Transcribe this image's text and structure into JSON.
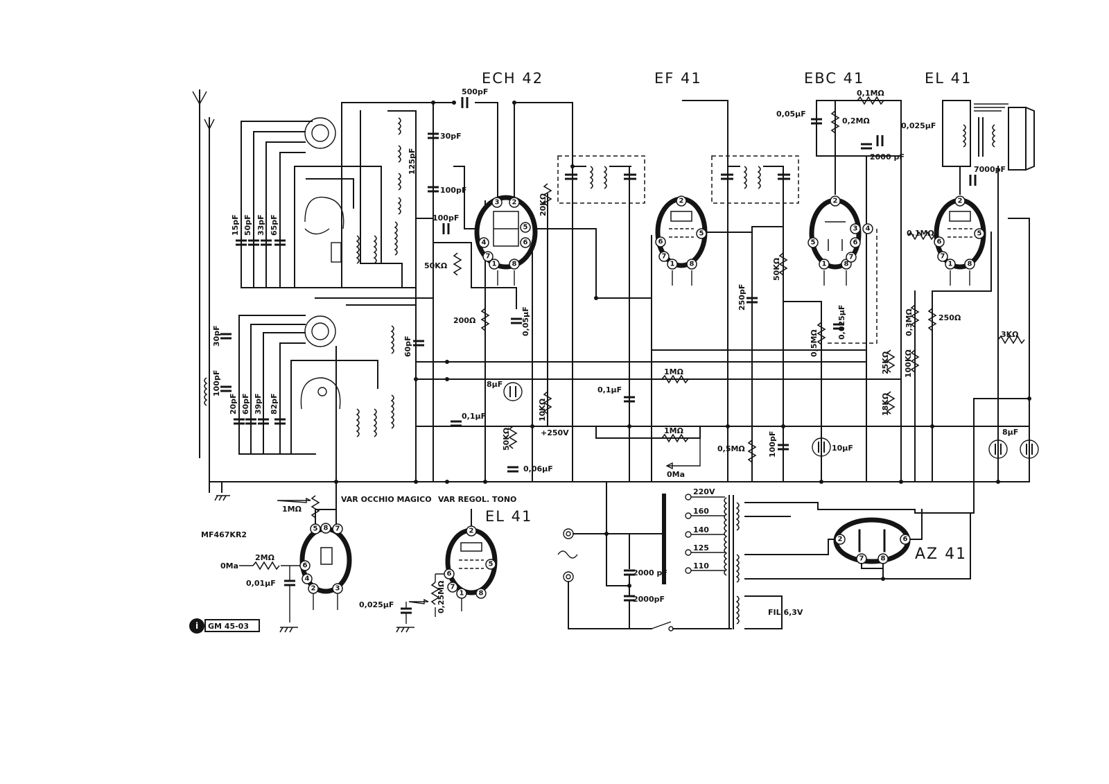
{
  "tubes": {
    "ech42": "ECH 42",
    "ef41": "EF 41",
    "ebc41": "EBC 41",
    "el41_top": "EL 41",
    "el41_bottom": "EL 41",
    "az41": "AZ 41"
  },
  "pins": {
    "ech42": [
      "3",
      "2",
      "5",
      "6",
      "8",
      "1",
      "7",
      "4"
    ],
    "ef41": [
      "2",
      "5",
      "8",
      "1",
      "7",
      "6"
    ],
    "ebc41": [
      "2",
      "3",
      "4",
      "6",
      "8",
      "1",
      "7",
      "5"
    ],
    "el41_top": [
      "2",
      "5",
      "8",
      "1",
      "7",
      "6"
    ],
    "eye": [
      "5",
      "8",
      "7",
      "6",
      "4",
      "2",
      "3"
    ],
    "el41_bottom": [
      "2",
      "5",
      "8",
      "1",
      "7",
      "6"
    ],
    "az41": [
      "2",
      "6",
      "7",
      "8"
    ]
  },
  "components": {
    "c500pf": "500pF",
    "c30pf": "30pF",
    "c125pf": "125pF",
    "c100pf_a": "100pF",
    "c100pf_b": "100pF",
    "c15pf": "15pF",
    "c50pf": "50pF",
    "c33pf": "33pF",
    "c65pf": "65pF",
    "r20k": "20KΩ",
    "r50k_a": "50KΩ",
    "r200": "200Ω",
    "c005uf_a": "0,05µF",
    "c30pf_b": "30pF",
    "c100pf_c": "100pF",
    "c20pf": "20pF",
    "c60pf_a": "60pF",
    "c39pf": "39pF",
    "c82pf": "82pF",
    "c60pf_b": "60pF",
    "c01uf_a": "0,1µF",
    "c8uf_a": "8µF",
    "r10k": "10KΩ",
    "r50k_b": "50KΩ",
    "v250": "+250V",
    "c006uf": "0,06µF",
    "c01uf_b": "0,1µF",
    "r1m_a": "1MΩ",
    "r1m_b": "1MΩ",
    "c250pf": "250pF",
    "r50k_c": "50KΩ",
    "r05m_a": "0,5MΩ",
    "c100pf_d": "100pF",
    "oma_top": "0Ma",
    "c005uf_b": "0,05µF",
    "r01m_a": "0,1MΩ",
    "r02m": "0,2MΩ",
    "c0025uf_a": "0,025µF",
    "c2000pf_a": "2000 pF",
    "c0025uf_b": "0,025µF",
    "r05m_b": "0,5MΩ",
    "c10uf": "10µF",
    "r01m_b": "0,1MΩ",
    "r03m": "0,3MΩ",
    "r250": "250Ω",
    "r25k": "25KΩ",
    "r100k": "100KΩ",
    "r18k": "18KΩ",
    "c7000pf": "7000pF",
    "r3k": "3KΩ",
    "c8uf_b": "8µF",
    "r1m_c": "1MΩ",
    "var_eye": "VAR OCCHIO MAGICO",
    "var_tone": "VAR REGOL. TONO",
    "mf": "MF467KR2",
    "r2m": "2MΩ",
    "oma_bot": "0Ma",
    "c001uf": "0,01µF",
    "c0025uf_c": "0,025µF",
    "r025m": "0,25MΩ",
    "c2000pf_b": "2000 pF",
    "c2000pf_c": "2000pF",
    "v220": "220V",
    "v160": "160",
    "v140": "140",
    "v125": "125",
    "v110": "110",
    "fil": "FIL 6,3V",
    "gm": "GM 45-03"
  }
}
